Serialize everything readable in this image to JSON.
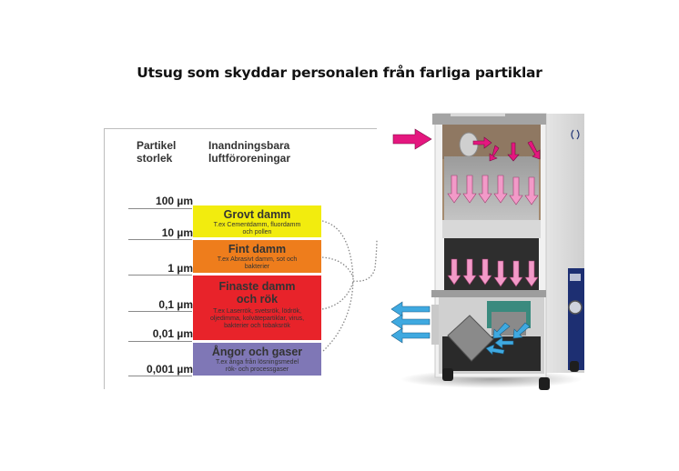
{
  "title": "Utsug som skyddar personalen från farliga partiklar",
  "table": {
    "header_size_line1": "Partikel",
    "header_size_line2": "storlek",
    "header_pollutant_line1": "Inandningsbara",
    "header_pollutant_line2": "luftföroreningar"
  },
  "size_ticks": [
    "100 µm",
    "10 µm",
    "1 µm",
    "0,1 µm",
    "0,01 µm",
    "0,001 µm"
  ],
  "categories": [
    {
      "title": "Grovt damm",
      "subtitle": "T.ex Cementdamm, fluordamm och pollen",
      "color": "#f2ec0e"
    },
    {
      "title": "Fint damm",
      "subtitle": "T.ex Abrasivt damm, sot och bakterier",
      "color": "#ee7d1c"
    },
    {
      "title": "Finaste damm och rök",
      "title_line1": "Finaste damm",
      "title_line2": "och rök",
      "subtitle": "T.ex Laserrök, svetsrök, lödrök, oljedimma, kolvätepartiklar, virus, bakterier och tobaksrök",
      "color": "#e8232a"
    },
    {
      "title": "Ångor och gaser",
      "subtitle": "T.ex ånga från lösningsmedel rök- och processgaser",
      "color": "#7f77b6"
    }
  ],
  "colors": {
    "inflow_arrow": "#e4177f",
    "filter_arrow": "#f29ac8",
    "outflow_arrow": "#3fa9e0",
    "panel_blue": "#1d2f72"
  }
}
